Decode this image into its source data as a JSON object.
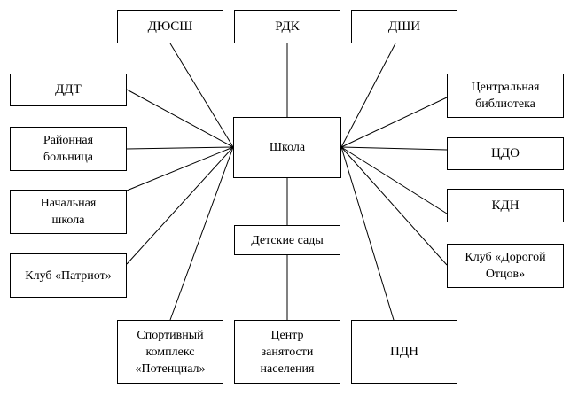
{
  "diagram": {
    "center": {
      "label": "Школа"
    },
    "nodes": {
      "dyussh": {
        "label": "ДЮСШ"
      },
      "rdk": {
        "label": "РДК"
      },
      "dshi": {
        "label": "ДШИ"
      },
      "ddt": {
        "label": "ДДТ"
      },
      "hospital": {
        "label": "Районная\nбольница"
      },
      "primary_school": {
        "label": "Начальная\nшкола"
      },
      "patriot_club": {
        "label": "Клуб «Патриот»"
      },
      "sports_complex": {
        "label": "Спортивный\nкомплекс\n«Потенциал»"
      },
      "kindergartens": {
        "label": "Детские сады"
      },
      "employment_center": {
        "label": "Центр\nзанятости\nнаселения"
      },
      "pdn": {
        "label": "ПДН"
      },
      "central_library": {
        "label": "Центральная\nбиблиотека"
      },
      "cdo": {
        "label": "ЦДО"
      },
      "kdn": {
        "label": "КДН"
      },
      "fathers_road_club": {
        "label": "Клуб «Дорогой\nОтцов»"
      }
    }
  }
}
